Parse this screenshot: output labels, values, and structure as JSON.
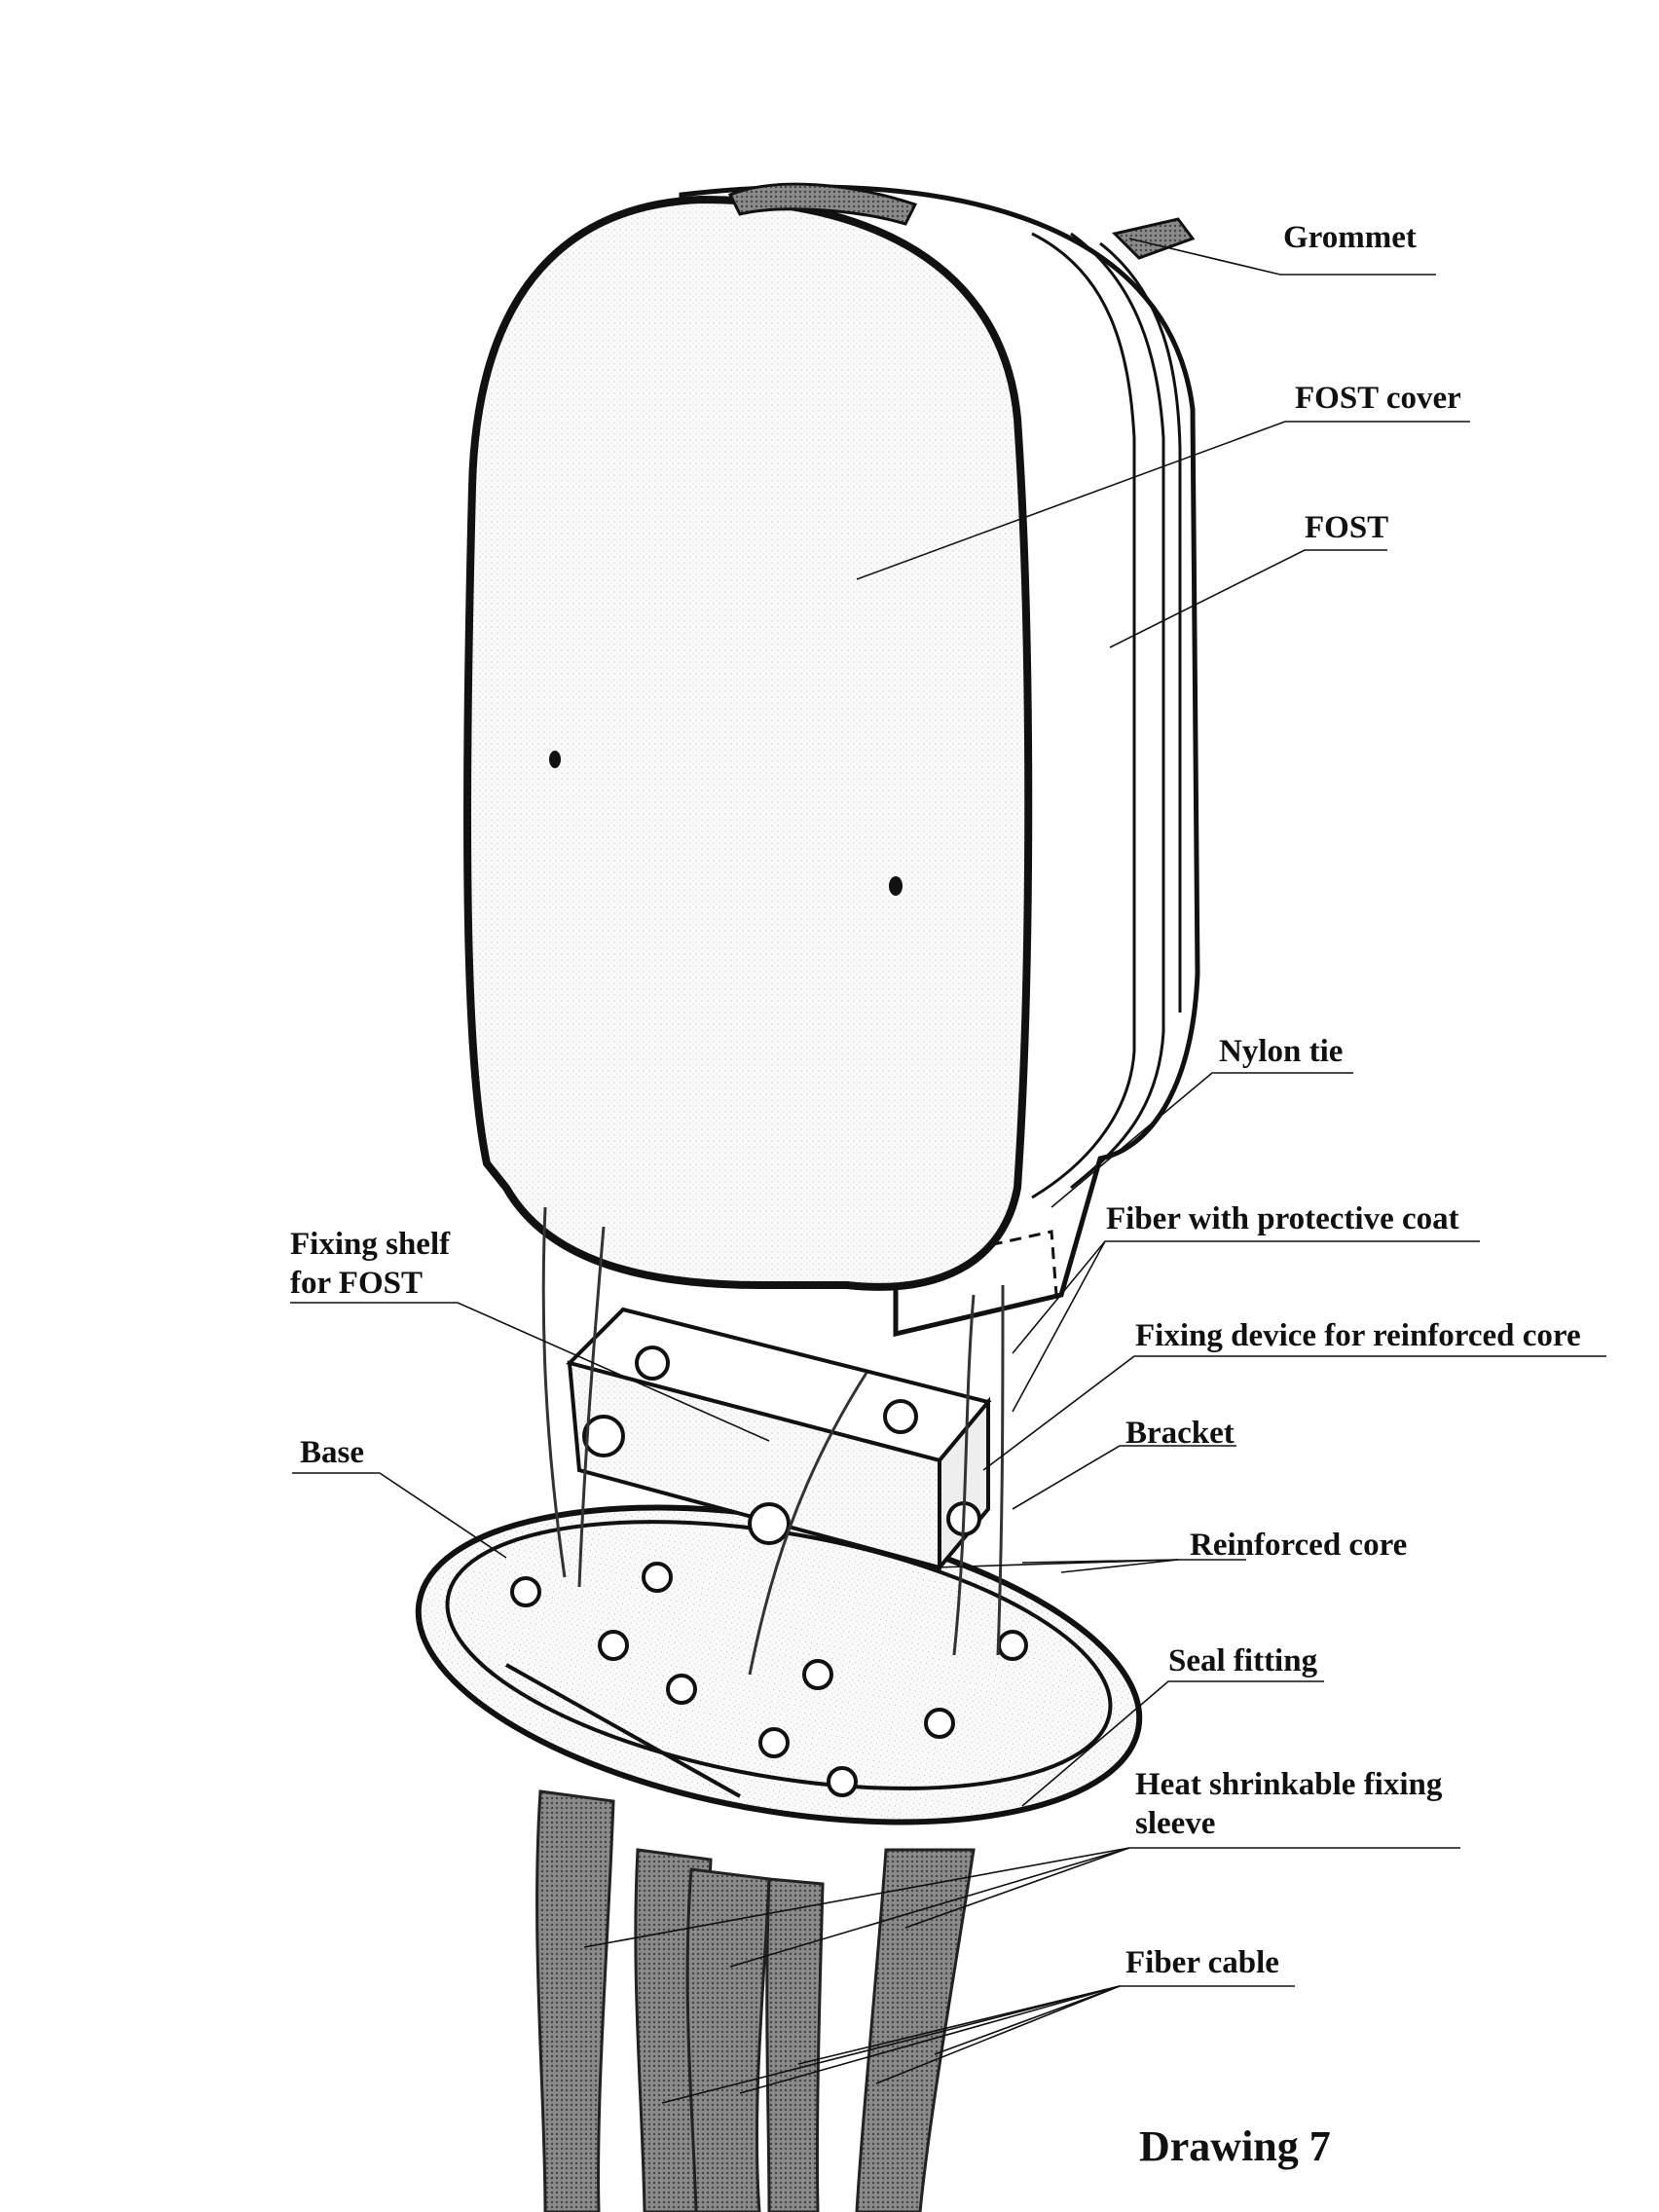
{
  "figure": {
    "title": "Drawing 7",
    "labels": {
      "grommet": "Grommet",
      "fost_cover": "FOST cover",
      "fost": "FOST",
      "nylon_tie": "Nylon tie",
      "fixing_shelf_line1": "Fixing shelf",
      "fixing_shelf_line2": "for FOST",
      "fiber_protective": "Fiber with protective coat",
      "fixing_device": "Fixing device for reinforced core",
      "base": "Base",
      "bracket": "Bracket",
      "reinforced_core": "Reinforced core",
      "seal_fitting": "Seal fitting",
      "heat_shrink_line1": "Heat shrinkable fixing",
      "heat_shrink_line2": "sleeve",
      "fiber_cable": "Fiber cable"
    }
  },
  "colors": {
    "ink": "#111111",
    "shade": "#6e6e6e",
    "paper": "#ffffff"
  }
}
